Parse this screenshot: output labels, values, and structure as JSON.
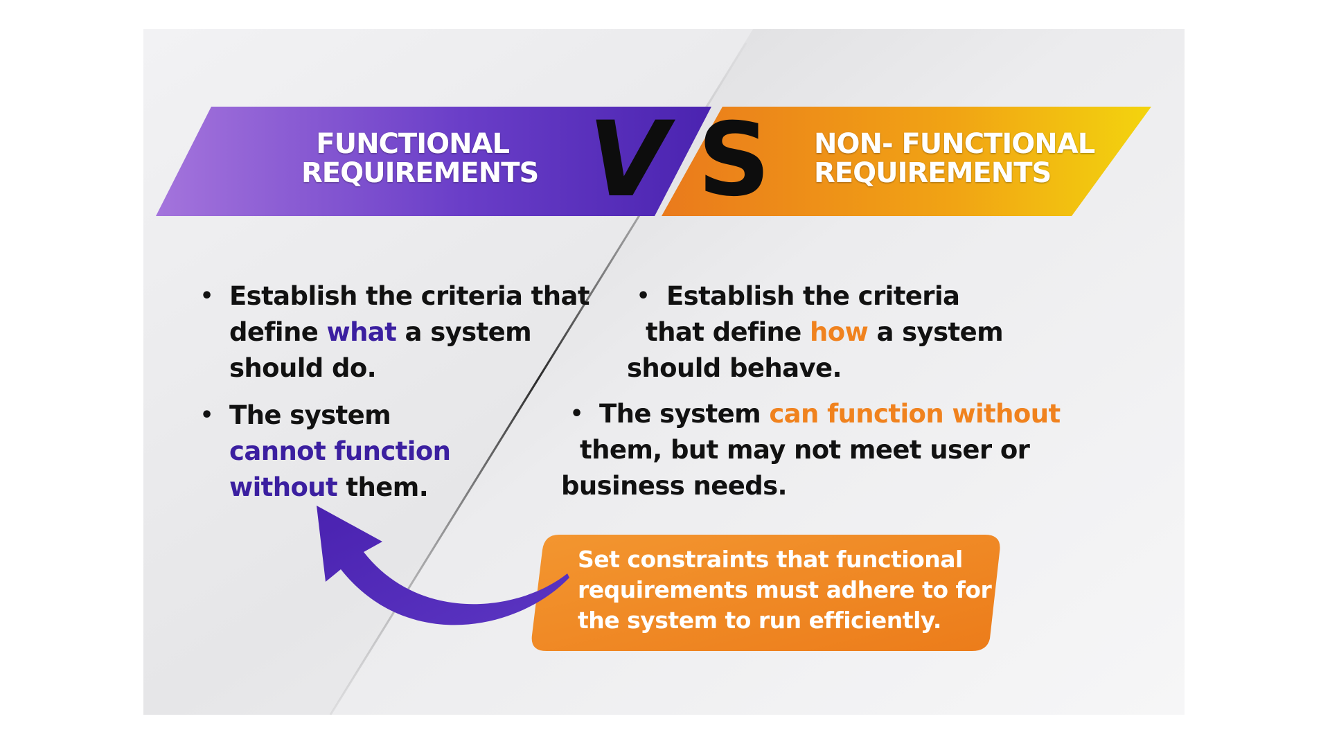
{
  "left": {
    "title_line1": "FUNCTIONAL",
    "title_line2": "REQUIREMENTS",
    "bullet1": {
      "line1": "Establish the criteria that",
      "line2_pre": "define ",
      "line2_highlight": "what",
      "line2_post": " a system",
      "line3": "should do."
    },
    "bullet2": {
      "line1": "The system",
      "line2_highlight": "cannot function",
      "line3_highlight": "without",
      "line3_post": " them."
    }
  },
  "vs": {
    "v": "V",
    "s": "S"
  },
  "right": {
    "title_line1": "NON- FUNCTIONAL",
    "title_line2": "REQUIREMENTS",
    "bullet1": {
      "line1": "Establish the criteria",
      "line2_pre": "that define ",
      "line2_highlight": "how",
      "line2_post": " a system",
      "line3": "should behave."
    },
    "bullet2": {
      "line1_pre": "The system ",
      "line1_highlight": "can function without",
      "line2": "them, but may not meet user or",
      "line3": "business needs."
    }
  },
  "callout": {
    "line1": "Set constraints that functional",
    "line2": "requirements must adhere to for",
    "line3": "the system to run efficiently."
  },
  "colors": {
    "purple_dark": "#5a2fc0",
    "purple_light": "#9a6ad8",
    "orange": "#f0821e",
    "yellow": "#f2cf10",
    "highlight_purple": "#3b1fa0",
    "highlight_orange": "#f0821e"
  },
  "bullet_char": "•"
}
